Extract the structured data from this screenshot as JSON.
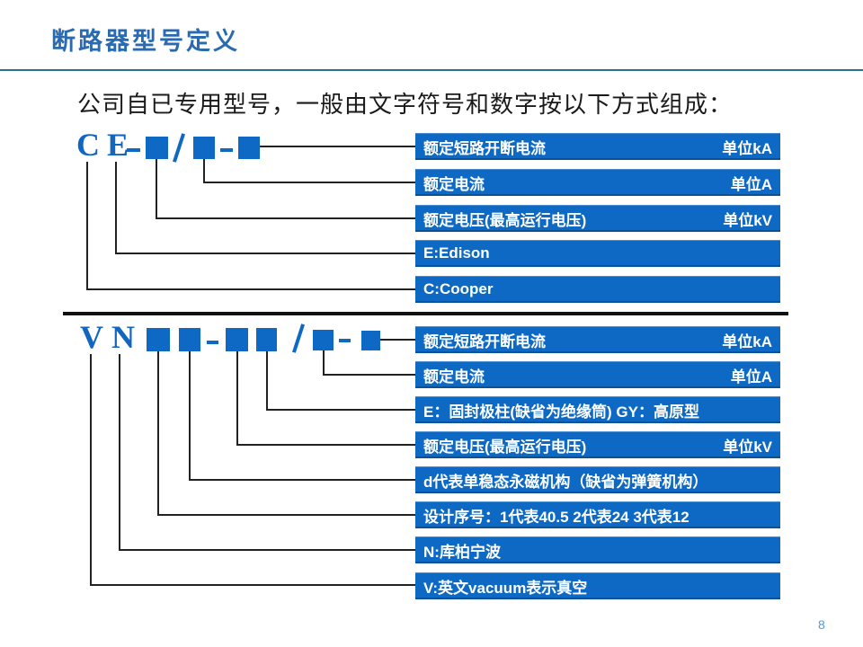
{
  "slide": {
    "title": "断路器型号定义",
    "subtitle": "公司自已专用型号，一般由文字符号和数字按以下方式组成：",
    "page_number": "8"
  },
  "colors": {
    "box_blue": "#0d69c3",
    "title_blue": "#2a6ab0",
    "rule_teal": "#2f7089",
    "connector_dark": "#222222",
    "divider_black": "#101010",
    "page_number_blue": "#4f9bd6"
  },
  "diagram1": {
    "letters": [
      "C",
      "E"
    ],
    "formula_text": "C E-■/■-■",
    "boxes": [
      {
        "label": "额定短路开断电流",
        "unit": "单位kA"
      },
      {
        "label": "额定电流",
        "unit": "单位A"
      },
      {
        "label": "额定电压(最高运行电压)",
        "unit": "单位kV"
      },
      {
        "label": "E:Edison",
        "unit": ""
      },
      {
        "label": "C:Cooper",
        "unit": ""
      }
    ]
  },
  "diagram2": {
    "letters": [
      "V",
      "N"
    ],
    "formula_text": "V N ■■-■■/■-■",
    "boxes": [
      {
        "label": "额定短路开断电流",
        "unit": "单位kA"
      },
      {
        "label": "额定电流",
        "unit": "单位A"
      },
      {
        "label": "E：固封极柱(缺省为绝缘筒) GY：高原型",
        "unit": ""
      },
      {
        "label": "额定电压(最高运行电压)",
        "unit": "单位kV"
      },
      {
        "label": "d代表单稳态永磁机构（缺省为弹簧机构）",
        "unit": ""
      },
      {
        "label": "设计序号：1代表40.5 2代表24 3代表12",
        "unit": ""
      },
      {
        "label": "N:库柏宁波",
        "unit": ""
      },
      {
        "label": "V:英文vacuum表示真空",
        "unit": ""
      }
    ]
  }
}
